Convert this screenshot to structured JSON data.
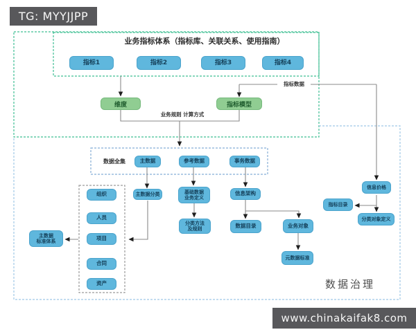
{
  "watermarks": {
    "top": "TG: MYYJJPP",
    "bottom": "www.chinakaifak8.com"
  },
  "diagram": {
    "title": "业务指标体系（指标库、关联关系、使用指南）",
    "governance_label": "数据治理",
    "labels": {
      "business_rule": "业务规则 计算方式",
      "indicator_data": "指标数据",
      "data_universe": "数据全集"
    },
    "indicator_nodes": [
      "指标1",
      "指标2",
      "指标3",
      "指标4"
    ],
    "dimension_node": "维度",
    "indicator_model_node": "指标模型",
    "data_nodes": [
      "主数据",
      "参考数据",
      "事务数据"
    ],
    "master_data_items": [
      "组织",
      "人员",
      "项目",
      "合同",
      "资产"
    ],
    "flow_nodes": {
      "master_data_standard": "主数据\n标准体系",
      "master_data_classification": "主数据分类",
      "basic_data_definition": "基础数据\n业务定义",
      "classification_rules": "分类方法\n及规则",
      "information_architecture": "信息架构",
      "data_catalog": "数据目录",
      "business_object": "业务对象",
      "metadata_standard": "元数据标准",
      "information_price": "信息价格",
      "indicator_catalog": "指标目录",
      "classification_object_definition": "分类对象定义"
    },
    "colors": {
      "blue_node": "#5fb7dd",
      "green_node": "#90cd92",
      "teal_dash_border": "#3ebf92",
      "blue_dash_border": "#9fc7e6",
      "gray_dash_border": "#9a9a9a",
      "connector_line": "#8a8a8a",
      "banner_bg": "#58585b"
    }
  }
}
